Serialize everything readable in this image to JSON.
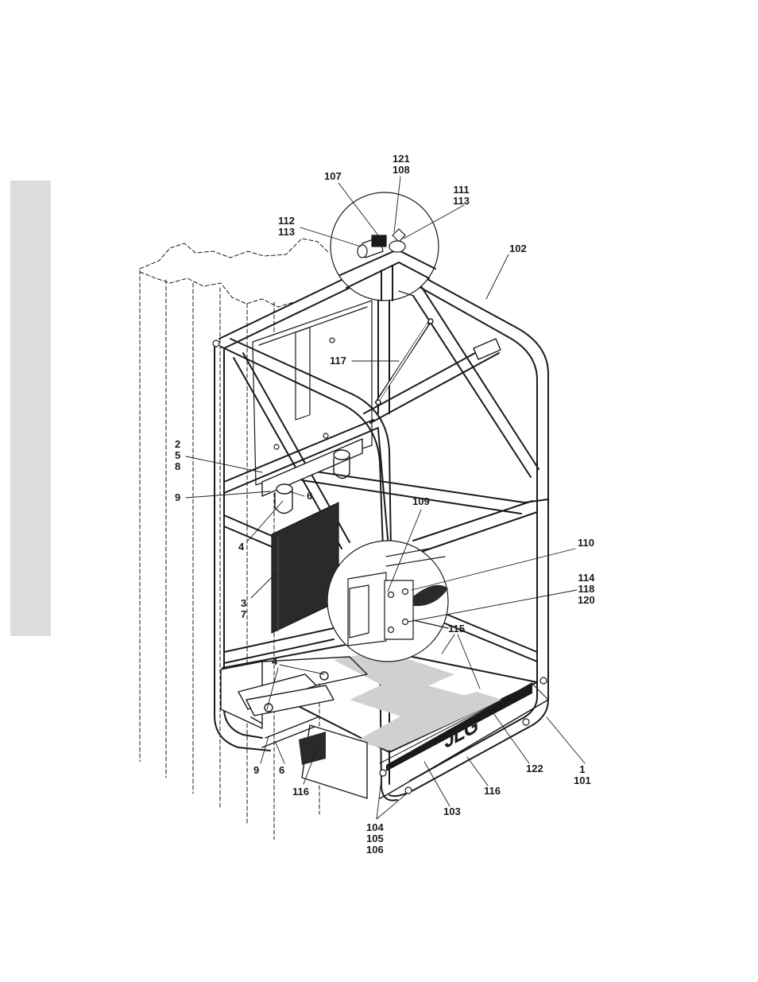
{
  "colors": {
    "ink": "#1a1a1a",
    "side_tab": "#dcdcdc",
    "solid_panel": "#2a2a2a",
    "floor_stripe": "#d0d0d0"
  },
  "logo": {
    "text": "JLG"
  },
  "callouts": [
    {
      "id": "c-121-108",
      "lines": [
        "121",
        "108"
      ]
    },
    {
      "id": "c-107",
      "lines": [
        "107"
      ]
    },
    {
      "id": "c-111-113",
      "lines": [
        "111",
        "113"
      ]
    },
    {
      "id": "c-112-113",
      "lines": [
        "112",
        "113"
      ]
    },
    {
      "id": "c-102",
      "lines": [
        "102"
      ]
    },
    {
      "id": "c-117",
      "lines": [
        "117"
      ]
    },
    {
      "id": "c-2-5-8",
      "lines": [
        "2",
        "5",
        "8"
      ]
    },
    {
      "id": "c-9-top",
      "lines": [
        "9"
      ]
    },
    {
      "id": "c-6-top",
      "lines": [
        "6"
      ]
    },
    {
      "id": "c-109",
      "lines": [
        "109"
      ]
    },
    {
      "id": "c-4-top",
      "lines": [
        "4"
      ]
    },
    {
      "id": "c-110",
      "lines": [
        "110"
      ]
    },
    {
      "id": "c-114-118-120",
      "lines": [
        "114",
        "118",
        "120"
      ]
    },
    {
      "id": "c-3-7",
      "lines": [
        "3",
        "7"
      ]
    },
    {
      "id": "c-115",
      "lines": [
        "115"
      ]
    },
    {
      "id": "c-4-bottom",
      "lines": [
        "4"
      ]
    },
    {
      "id": "c-122",
      "lines": [
        "122"
      ]
    },
    {
      "id": "c-1-101",
      "lines": [
        "1",
        "101"
      ]
    },
    {
      "id": "c-9-bottom",
      "lines": [
        "9"
      ]
    },
    {
      "id": "c-6-bottom",
      "lines": [
        "6"
      ]
    },
    {
      "id": "c-116-left",
      "lines": [
        "116"
      ]
    },
    {
      "id": "c-116-right",
      "lines": [
        "116"
      ]
    },
    {
      "id": "c-103",
      "lines": [
        "103"
      ]
    },
    {
      "id": "c-104-105-106",
      "lines": [
        "104",
        "105",
        "106"
      ]
    }
  ]
}
